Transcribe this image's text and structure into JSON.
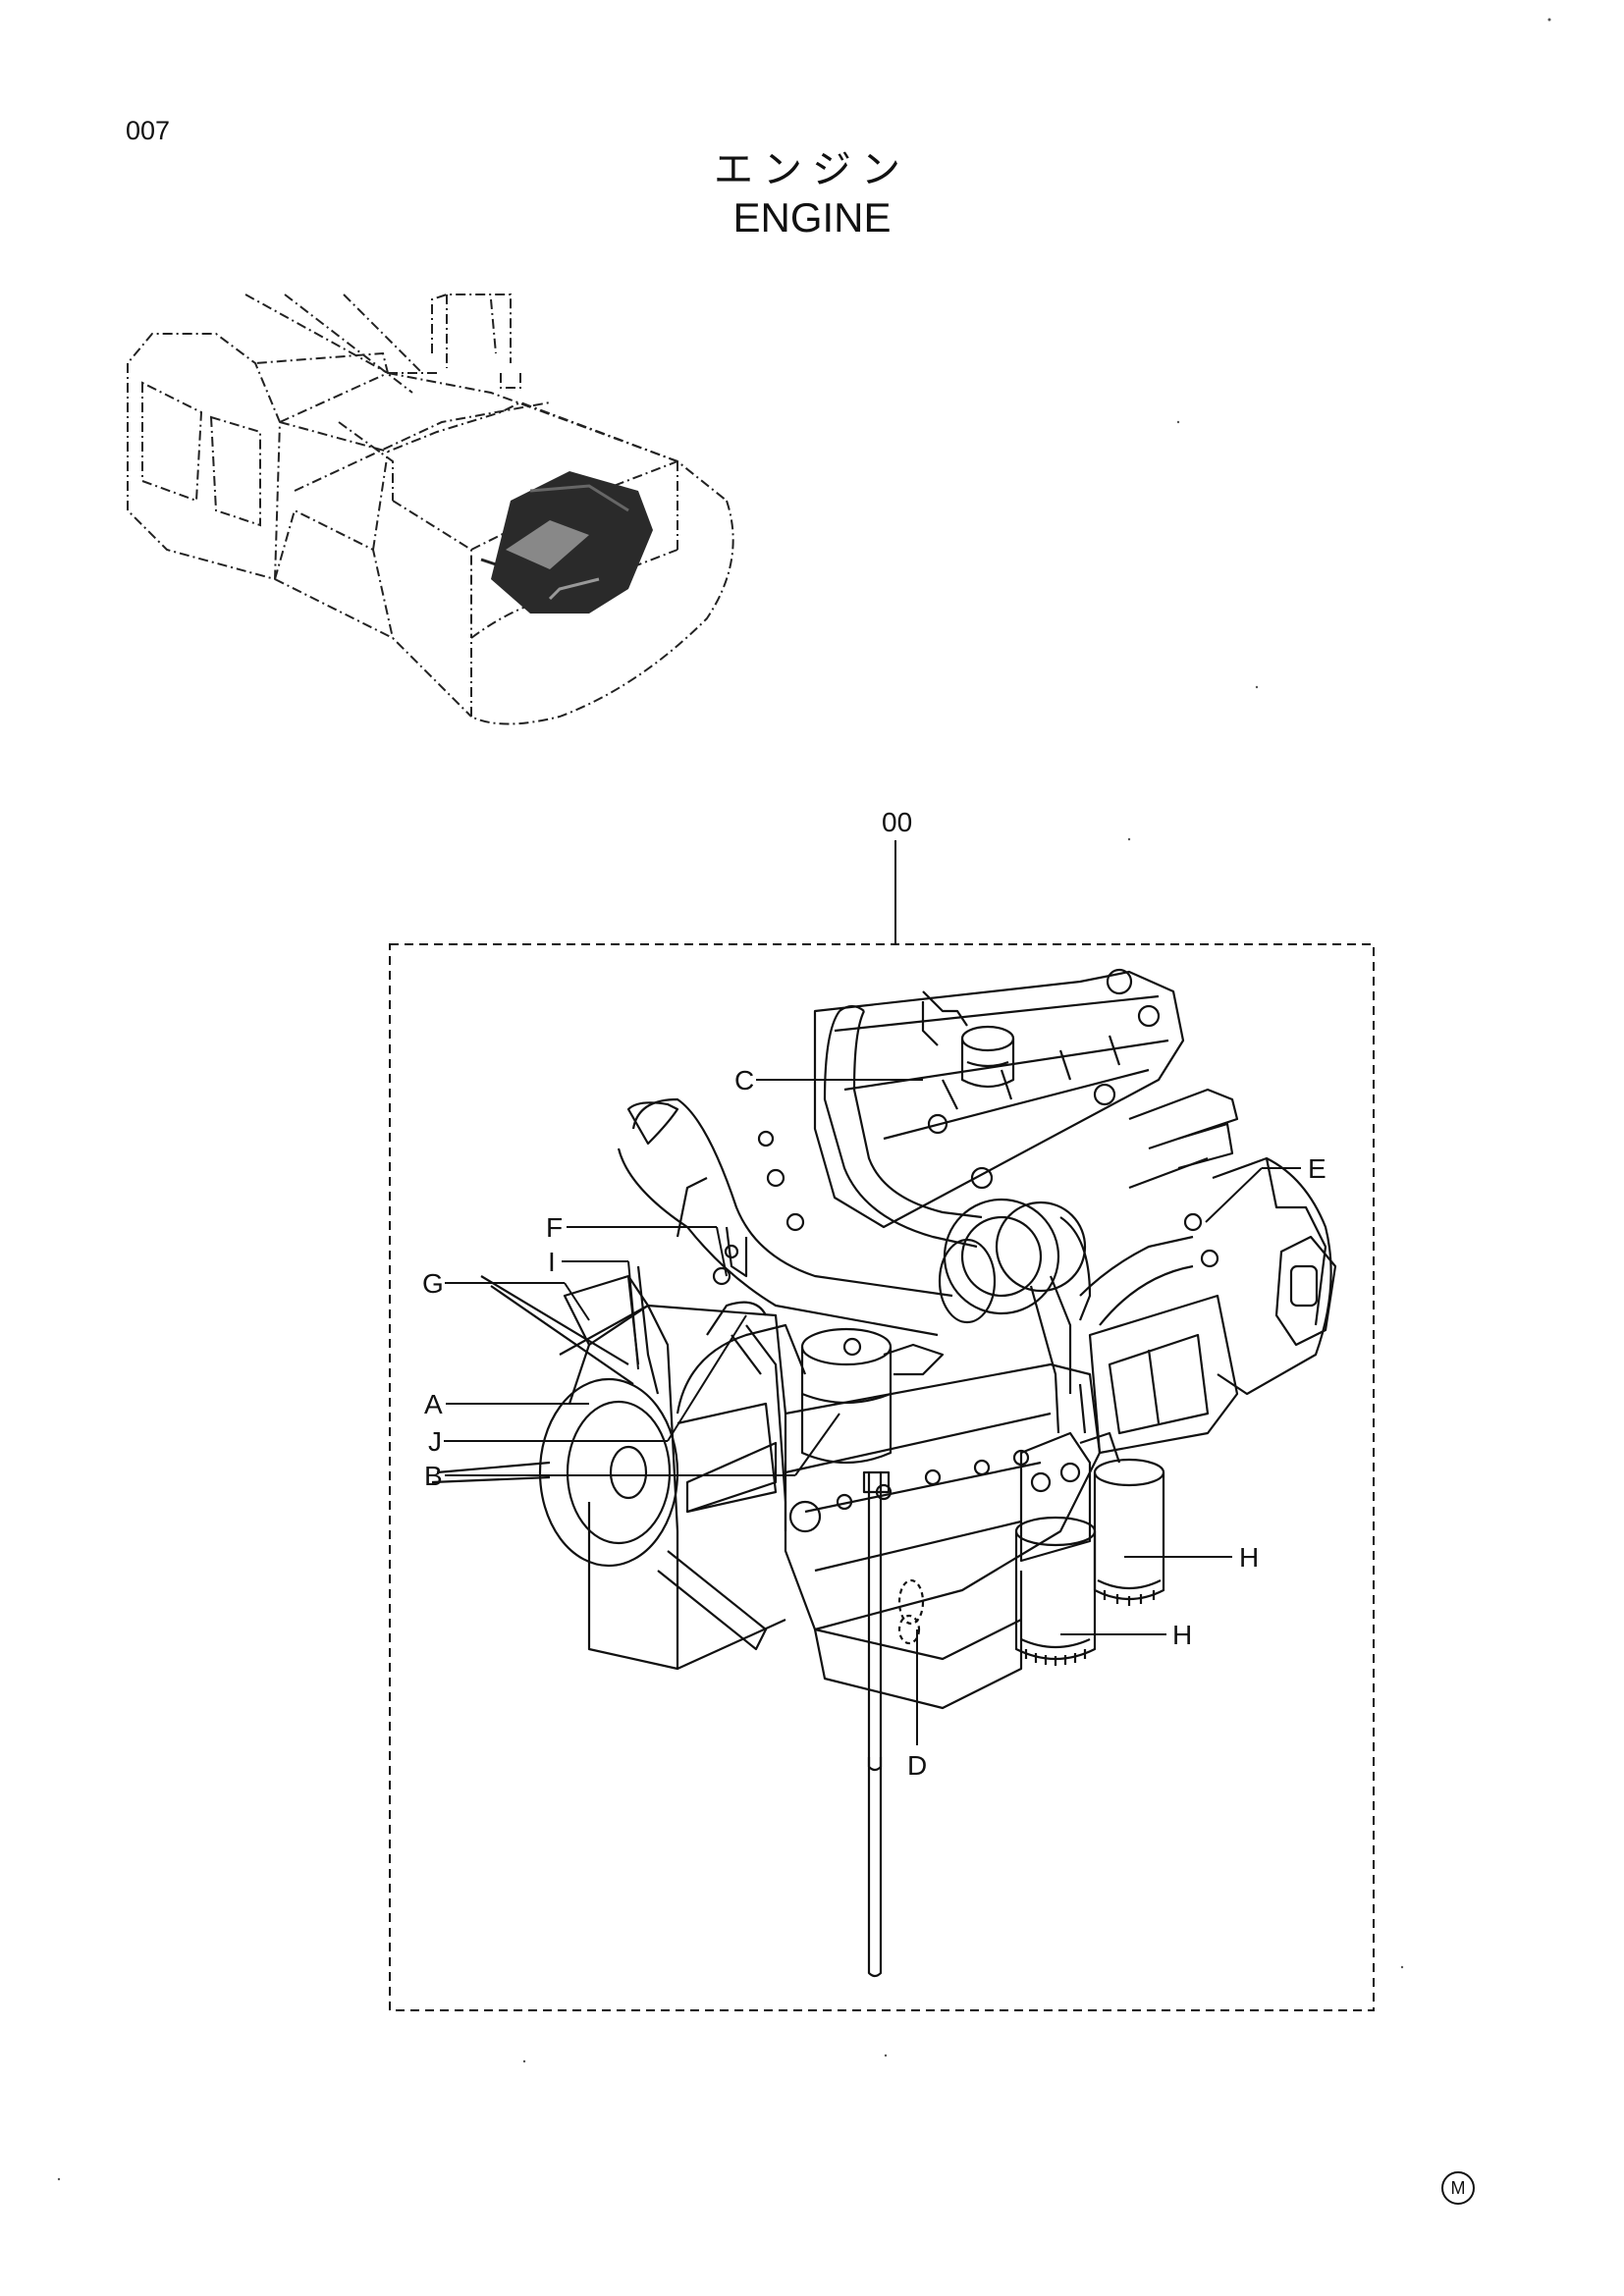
{
  "page": {
    "number": "007",
    "mark": "M"
  },
  "title": {
    "japanese": "エンジン",
    "english": "ENGINE"
  },
  "assembly": {
    "ref": "00"
  },
  "callouts": [
    "C",
    "E",
    "F",
    "I",
    "G",
    "A",
    "J",
    "B",
    "H",
    "H",
    "D"
  ]
}
